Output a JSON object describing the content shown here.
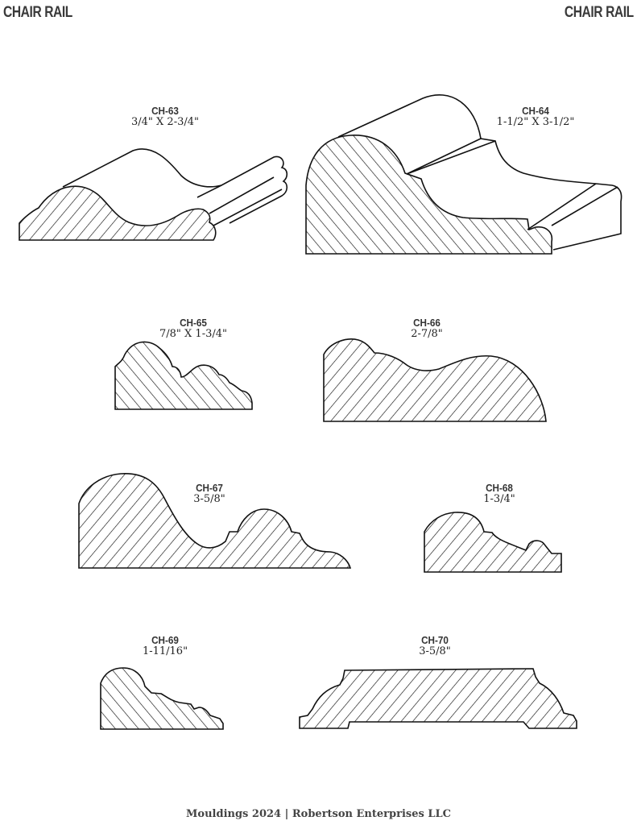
{
  "header": {
    "left_title": "CHAIR RAIL",
    "right_title": "CHAIR RAIL"
  },
  "mouldings": [
    {
      "code": "CH-63",
      "size": "3/4\" X 2-3/4\"",
      "view": "isometric"
    },
    {
      "code": "CH-64",
      "size": "1-1/2\" X 3-1/2\"",
      "view": "isometric"
    },
    {
      "code": "CH-65",
      "size": "7/8\" X 1-3/4\"",
      "view": "profile"
    },
    {
      "code": "CH-66",
      "size": "2-7/8\"",
      "view": "profile"
    },
    {
      "code": "CH-67",
      "size": "3-5/8\"",
      "view": "profile"
    },
    {
      "code": "CH-68",
      "size": "1-3/4\"",
      "view": "profile"
    },
    {
      "code": "CH-69",
      "size": "1-11/16\"",
      "view": "profile"
    },
    {
      "code": "CH-70",
      "size": "3-5/8\"",
      "view": "profile"
    }
  ],
  "footer": {
    "text": "Mouldings 2024 | Robertson Enterprises LLC"
  }
}
